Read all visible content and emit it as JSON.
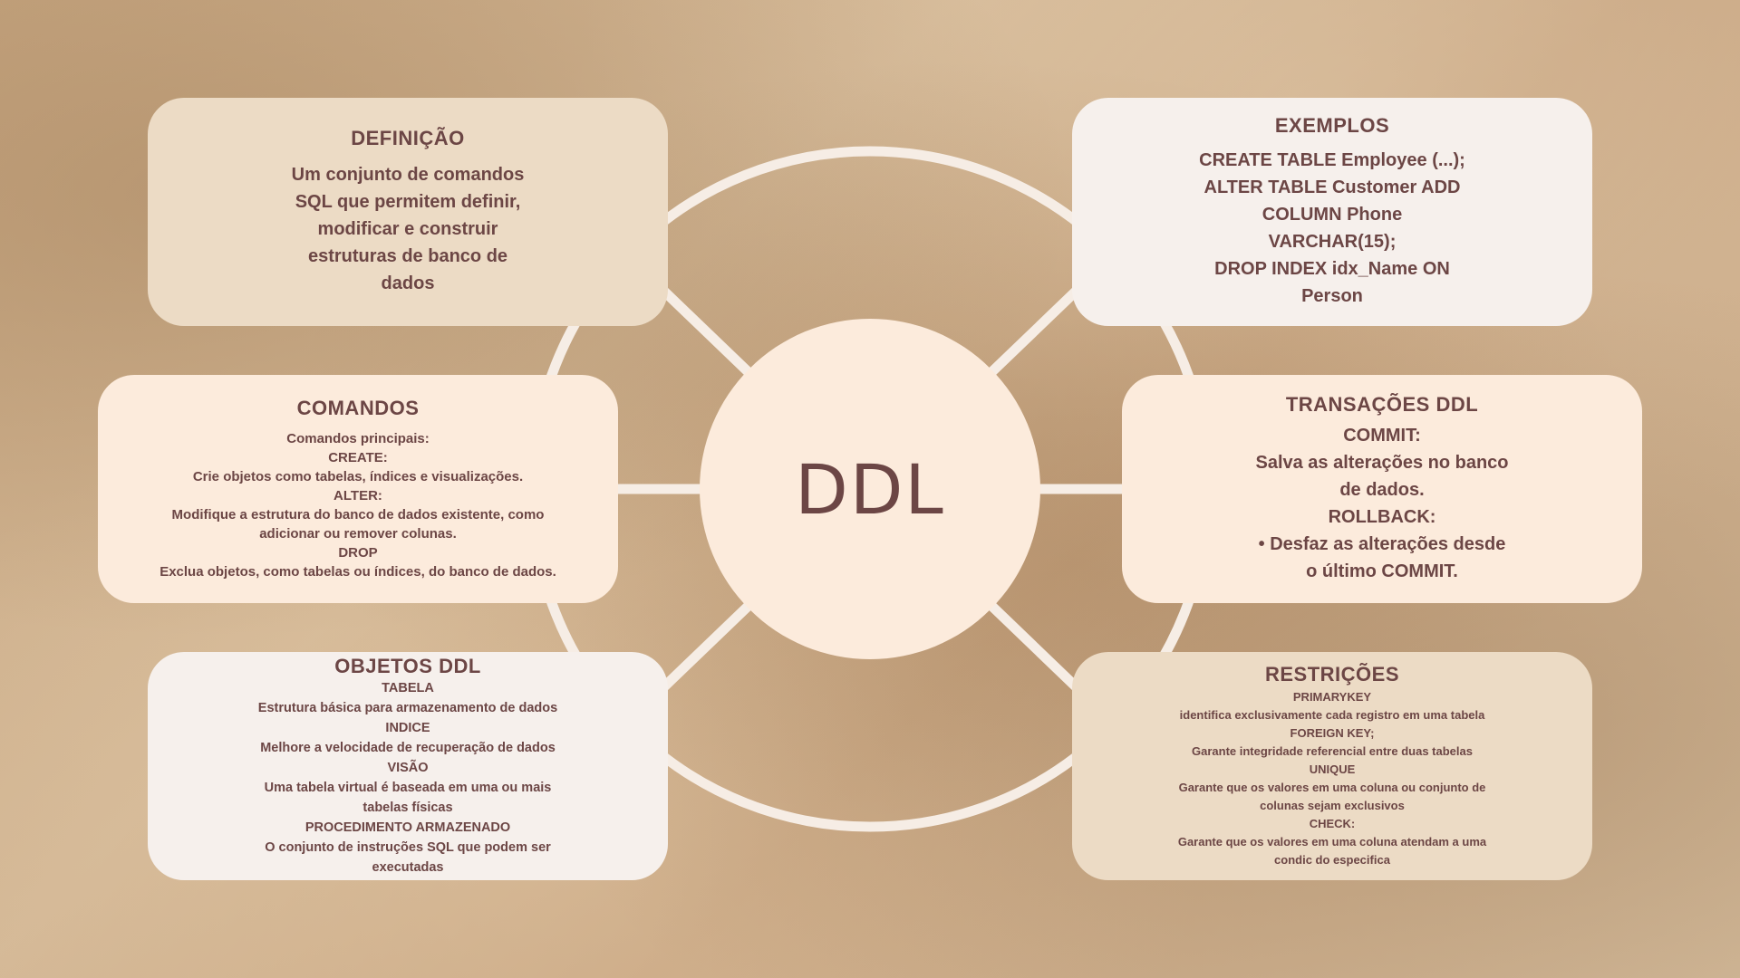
{
  "colors": {
    "text": "#6c4645",
    "connector": "#f6ede5",
    "hub_fill": "#fcebdc",
    "card_tan": "#ecdbc5",
    "card_white": "#f6f0ec",
    "card_cream": "#fcebdc"
  },
  "center": {
    "label": "DDL"
  },
  "cards": {
    "definicao": {
      "title": "DEFINIÇÃO",
      "lines": [
        "Um conjunto de comandos",
        "SQL que permitem definir,",
        "modificar e construir",
        "estruturas de banco de",
        "dados"
      ]
    },
    "exemplos": {
      "title": "EXEMPLOS",
      "lines": [
        "CREATE TABLE Employee (...);",
        "ALTER TABLE Customer ADD",
        "COLUMN Phone",
        "VARCHAR(15);",
        "DROP INDEX idx_Name ON",
        "Person"
      ]
    },
    "comandos": {
      "title": "COMANDOS",
      "lines": [
        "Comandos principais:",
        "CREATE:",
        "Crie objetos como tabelas, índices e visualizações.",
        "ALTER:",
        "Modifique a estrutura do banco de dados existente, como",
        "adicionar ou remover colunas.",
        "DROP",
        "Exclua objetos, como tabelas ou índices, do banco de dados."
      ]
    },
    "transacoes": {
      "title": "TRANSAÇÕES DDL",
      "lines": [
        "COMMIT:",
        "Salva as alterações no banco",
        "de dados.",
        "ROLLBACK:",
        "• Desfaz as alterações desde",
        "o último COMMIT."
      ]
    },
    "objetos": {
      "title": "OBJETOS DDL",
      "lines": [
        "TABELA",
        "Estrutura básica para armazenamento de dados",
        "INDICE",
        "Melhore a velocidade de recuperação de dados",
        "VISÃO",
        "Uma tabela virtual é baseada em uma ou mais",
        "tabelas físicas",
        "PROCEDIMENTO ARMAZENADO",
        "O conjunto de instruções SQL que podem ser",
        "executadas"
      ]
    },
    "restricoes": {
      "title": "RESTRIÇÕES",
      "lines": [
        "PRIMARYKEY",
        "identifica exclusivamente cada registro em uma tabela",
        "FOREIGN KEY;",
        "Garante integridade referencial entre duas tabelas",
        "UNIQUE",
        "Garante que os valores em uma coluna ou conjunto de",
        "colunas sejam exclusivos",
        "CHECK:",
        "Garante que os valores em uma coluna atendam a uma",
        "condic do especifica"
      ]
    }
  }
}
